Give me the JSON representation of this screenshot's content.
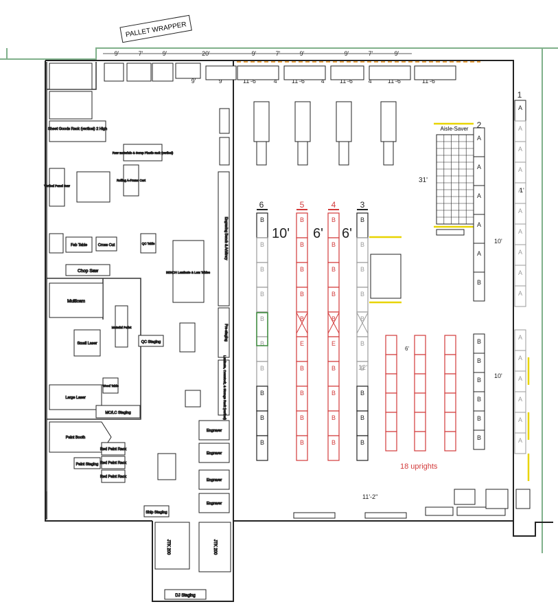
{
  "header": {
    "pallet_wrapper": "PALLET WRAPPER"
  },
  "dims": {
    "top_row": [
      "9'",
      "7'",
      "9'",
      "20'",
      "9'",
      "7'",
      "9'",
      "9'",
      "7'",
      "9'"
    ],
    "second_row": [
      "9'",
      "9'",
      "11'-6\"",
      "4'",
      "11'-6\"",
      "4'",
      "11'-6\"",
      "4'",
      "11'-6\"",
      "11'-6\""
    ],
    "aisle_10": "10'",
    "aisle_6a": "6'",
    "aisle_6b": "6'",
    "aisle_31": "31'",
    "right_1": "1'",
    "right_10a": "10'",
    "right_10b": "10'",
    "small_6": "6'",
    "bottom_11_2": "11'-2\"",
    "mid_12": "12'"
  },
  "rack_numbers": {
    "r6": "6",
    "r5": "5",
    "r4": "4",
    "r3": "3",
    "r2": "2",
    "r1": "1"
  },
  "rack_labels": {
    "a": "A",
    "b": "B",
    "e": "E"
  },
  "aisle_saver": "Aisle-Saver",
  "uprights": "18 uprights",
  "rooms": {
    "sheet_goods_rack": "Sheet Goods Rack (vertical) 2 High",
    "vertical_panel_saw": "Vertical Panel Saw",
    "cross_cut": "Cross Cut",
    "fab_table": "Fab Table",
    "chop_saw": "Chop Saw",
    "multicam": "Multicam",
    "small_laser": "Small Laser",
    "large_laser": "Large Laser",
    "paint_booth": "Paint Booth",
    "paint_staging": "Paint Staging",
    "red_paint_rack_1": "Red Paint Rack",
    "red_paint_rack_2": "Red Paint Rack",
    "red_paint_rack_3": "Red Paint Rack",
    "mcc_staging": "MC/LC Staging",
    "qc_staging": "QC Staging",
    "qc_table": "QC Table",
    "engraving_bench": "Engraving Bench & Arbitrary",
    "bench_laminate": "BENCH Laminate & Lam Tables",
    "pre_staging": "Pre-staging",
    "laminate_storage": "Laminate, Overstock, & Storage Rack (vertical)",
    "raw_materials": "Raw materials & Scrap Plastic rack (vertical)",
    "rolling_a_frame": "Rolling A-Frame Cart",
    "material_pallet": "Material Pallet",
    "wood_table": "Wood Table",
    "engraver_1": "Engraver",
    "engraver_2": "Engraver",
    "engraver_3": "Engraver",
    "engraver_4": "Engraver",
    "dj_staging": "DJ Staging",
    "ship_staging": "Ship Staging",
    "jtk_1": "JTK 200",
    "jtk_2": "JTK 200"
  },
  "colors": {
    "red_rack": "#d23a3a",
    "yellow": "#e8d400",
    "green_wall": "#7fb08a",
    "line": "#222222",
    "grey": "#9a9a9a"
  }
}
